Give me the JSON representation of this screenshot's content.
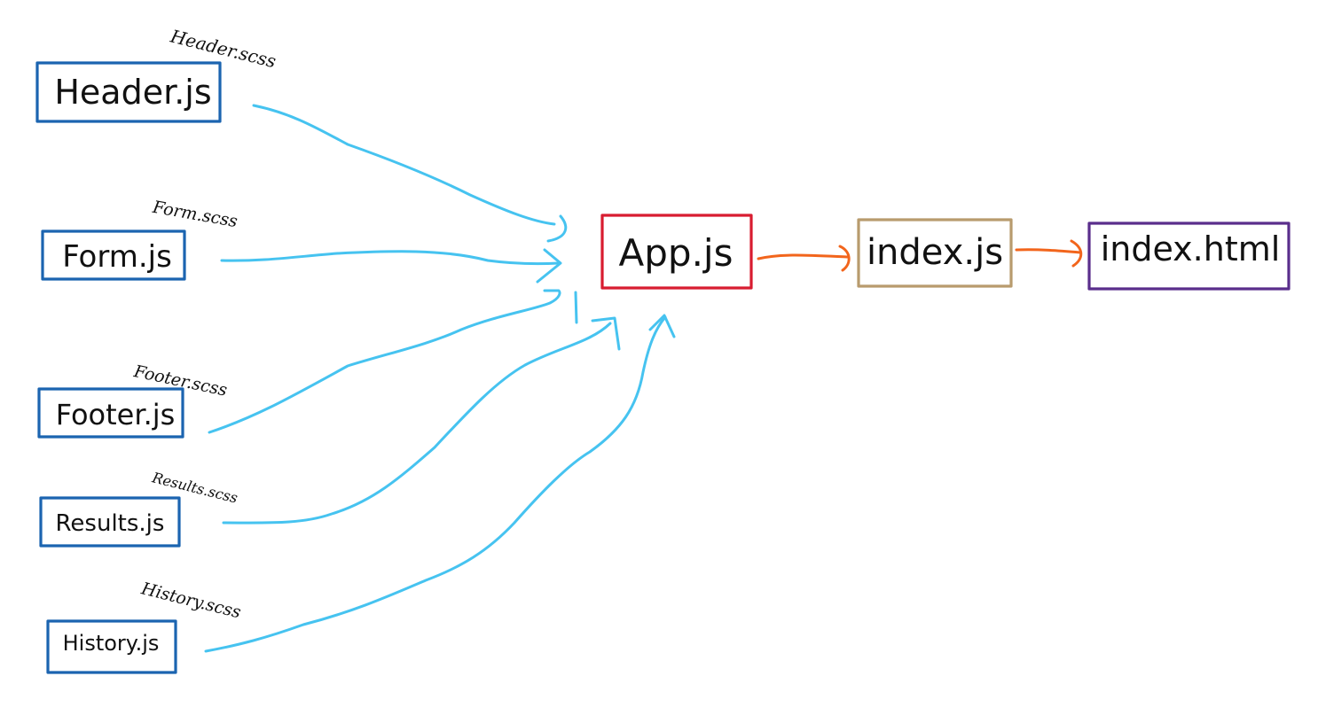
{
  "diagram": {
    "colors": {
      "component_border": "#1b64b0",
      "app_border": "#d81c30",
      "index_js_border": "#b89b6d",
      "index_html_border": "#5a2e8c",
      "blue_arrow": "#46c3f0",
      "orange_arrow": "#f2651c",
      "text": "#111111"
    },
    "nodes": {
      "header": {
        "label": "Header.js",
        "style_file": "Header.scss"
      },
      "form": {
        "label": "Form.js",
        "style_file": "Form.scss"
      },
      "footer": {
        "label": "Footer.js",
        "style_file": "Footer.scss"
      },
      "results": {
        "label": "Results.js",
        "style_file": "Results.scss"
      },
      "history": {
        "label": "History.js",
        "style_file": "History.scss"
      },
      "app": {
        "label": "App.js"
      },
      "index_js": {
        "label": "index.js"
      },
      "index_html": {
        "label": "index.html"
      }
    },
    "edges": [
      {
        "from": "Header.js",
        "to": "App.js"
      },
      {
        "from": "Form.js",
        "to": "App.js"
      },
      {
        "from": "Footer.js",
        "to": "App.js"
      },
      {
        "from": "Results.js",
        "to": "App.js"
      },
      {
        "from": "History.js",
        "to": "App.js"
      },
      {
        "from": "App.js",
        "to": "index.js"
      },
      {
        "from": "index.js",
        "to": "index.html"
      }
    ]
  }
}
